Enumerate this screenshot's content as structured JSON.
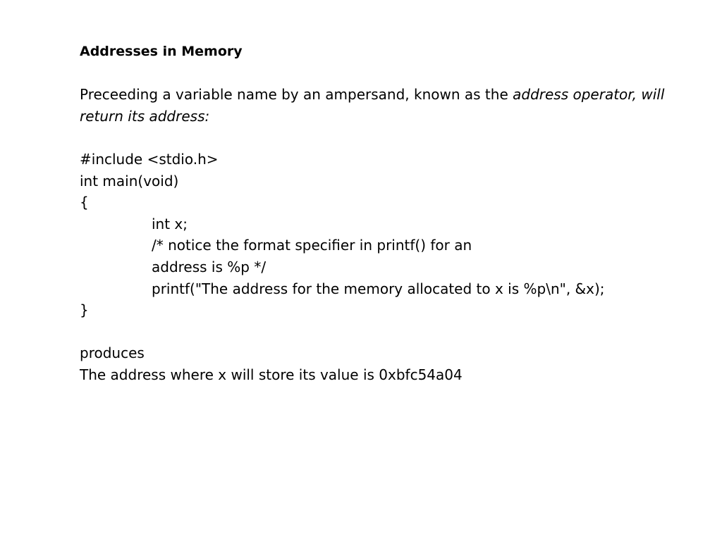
{
  "slide": {
    "title": "Addresses in Memory",
    "intro": {
      "line1_plain": "Preceeding a variable name by an ampersand, known as the ",
      "line1_italic": "address operator, will",
      "line2_italic": "return its address:"
    },
    "code": {
      "include": "#include <stdio.h>",
      "main_signature": "int main(void)",
      "open_brace": "{",
      "decl": "int x;",
      "comment_line1": "/* notice the format specifier in printf() for an",
      "comment_line2": "address is %p */",
      "printf_call": "printf(\"The address for the memory allocated to x is %p\\n\", &x);",
      "close_brace": "}"
    },
    "output": {
      "label": "produces",
      "result": "The address where x will store its value is 0xbfc54a04"
    }
  }
}
